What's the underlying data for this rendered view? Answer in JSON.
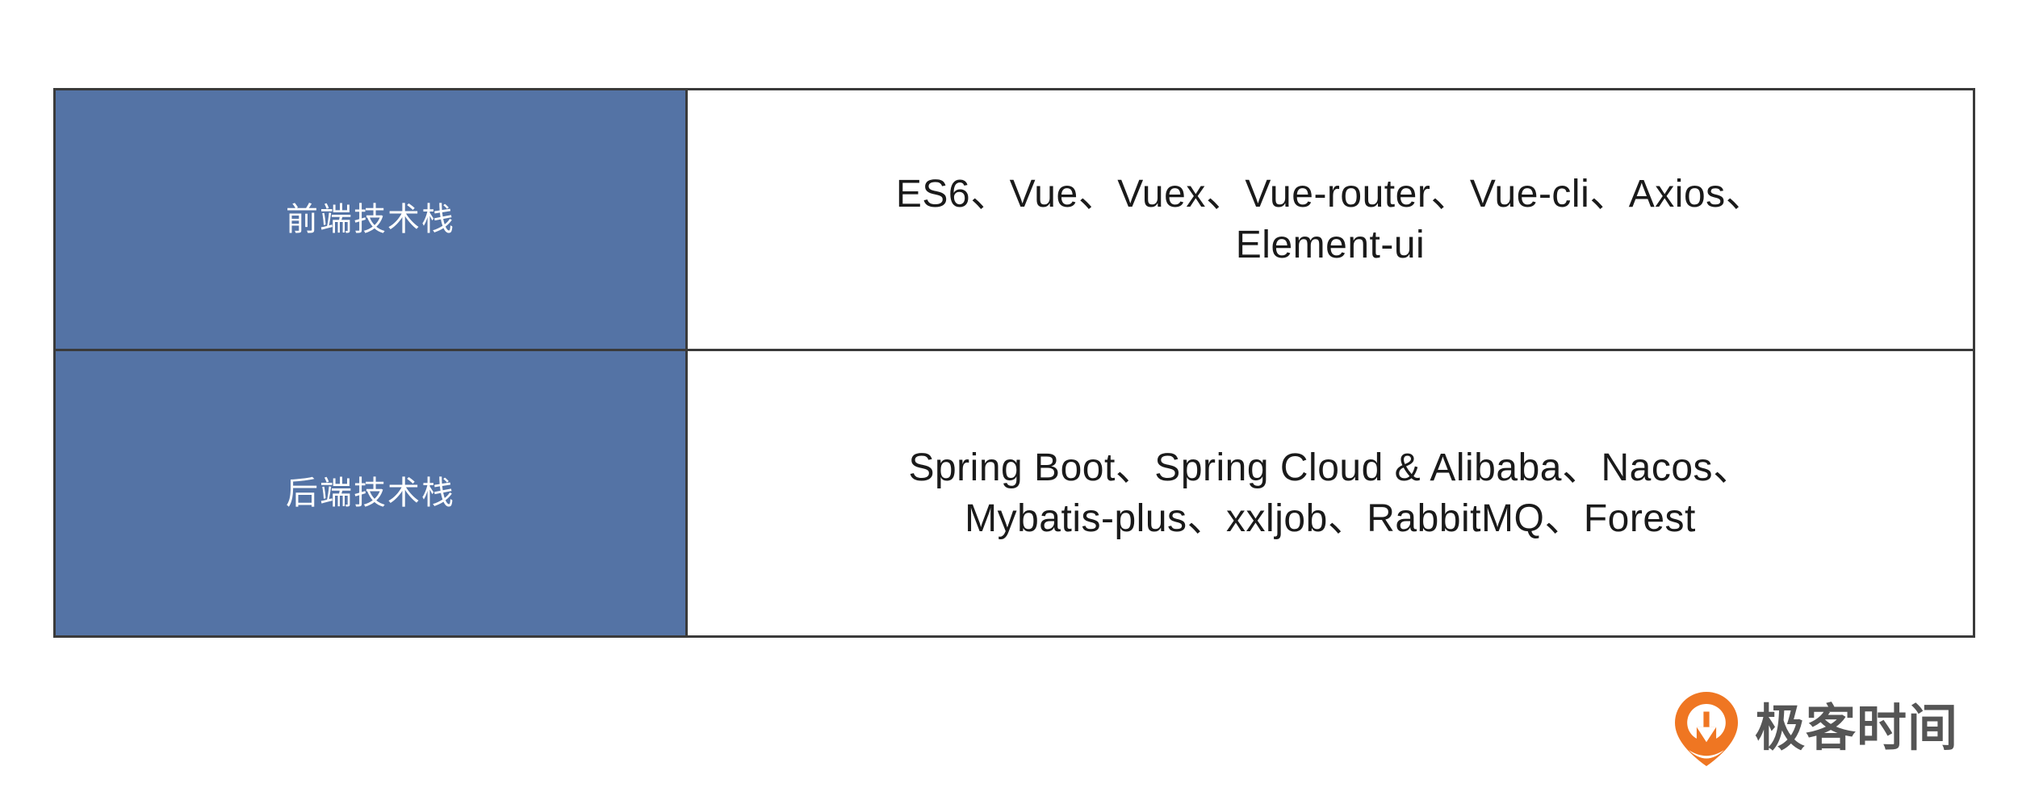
{
  "page": {
    "background_color": "#ffffff",
    "border_color": "#3a3a3a"
  },
  "table": {
    "label_bg_color": "#5473a5",
    "label_text_color": "#ffffff",
    "value_text_color": "#1a1a1a",
    "rows": [
      {
        "label": "前端技术栈",
        "value_lines": [
          "ES6、Vue、Vuex、Vue-router、Vue-cli、Axios、",
          "Element-ui"
        ],
        "value_full": "ES6、Vue、Vuex、Vue-router、Vue-cli、Axios、Element-ui"
      },
      {
        "label": "后端技术栈",
        "value_lines": [
          "Spring Boot、Spring Cloud & Alibaba、Nacos、",
          "Mybatis-plus、xxljob、RabbitMQ、Forest"
        ],
        "value_full": "Spring Boot、Spring Cloud & Alibaba、Nacos、Mybatis-plus、xxljob、RabbitMQ、Forest"
      }
    ]
  },
  "logo": {
    "text": "极客时间",
    "mark_icon": "geektime-pin-icon",
    "mark_color": "#ef7622",
    "text_color": "#555555"
  }
}
